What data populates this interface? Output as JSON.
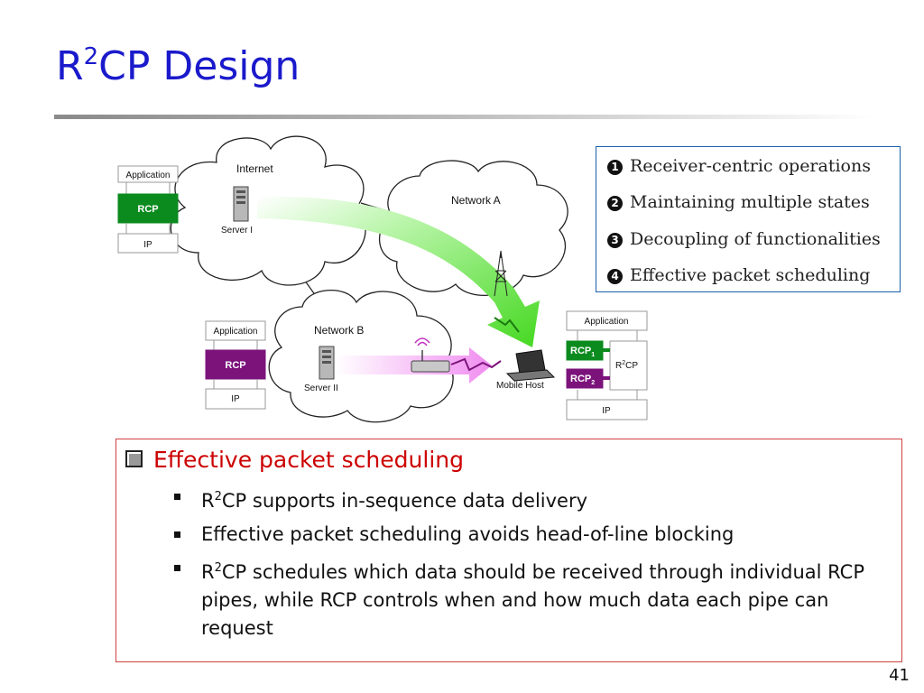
{
  "title": {
    "main": "R",
    "sup": "2",
    "rest": "CP Design"
  },
  "diagram": {
    "clouds": {
      "internet": "Internet",
      "network_a": "Network A",
      "network_b": "Network B"
    },
    "server1": "Server I",
    "server2": "Server II",
    "mobile_host": "Mobile Host",
    "stack_left_top": {
      "app": "Application",
      "rcp": "RCP",
      "ip": "IP"
    },
    "stack_left_bottom": {
      "app": "Application",
      "rcp": "RCP",
      "ip": "IP"
    },
    "stack_right": {
      "app": "Application",
      "rcp1": "RCP",
      "rcp1_sub": "1",
      "rcp2": "RCP",
      "rcp2_sub": "2",
      "r2cp": "R",
      "r2cp_sup": "2",
      "r2cp_rest": "CP",
      "ip": "IP"
    },
    "colors": {
      "green_rcp": "#0b8a1e",
      "purple_rcp": "#7b137b",
      "green_flow": "#66ee44",
      "pink_flow": "#ee88ee"
    }
  },
  "features": [
    {
      "num": "1",
      "text": "Receiver-centric operations"
    },
    {
      "num": "2",
      "text": "Maintaining multiple states"
    },
    {
      "num": "3",
      "text": "Decoupling of  functionalities"
    },
    {
      "num": "4",
      "text": "Effective packet scheduling"
    }
  ],
  "details": {
    "heading": "Effective packet scheduling",
    "bullets": [
      {
        "pre": "R",
        "sup": "2",
        "post": "CP supports in-sequence data delivery"
      },
      {
        "pre": "",
        "sup": "",
        "post": "Effective packet scheduling avoids head-of-line blocking"
      },
      {
        "pre": "R",
        "sup": "2",
        "post": "CP schedules which data should be received through individual RCP pipes, while RCP controls when and how much data each pipe can request"
      }
    ]
  },
  "page_number": "41"
}
